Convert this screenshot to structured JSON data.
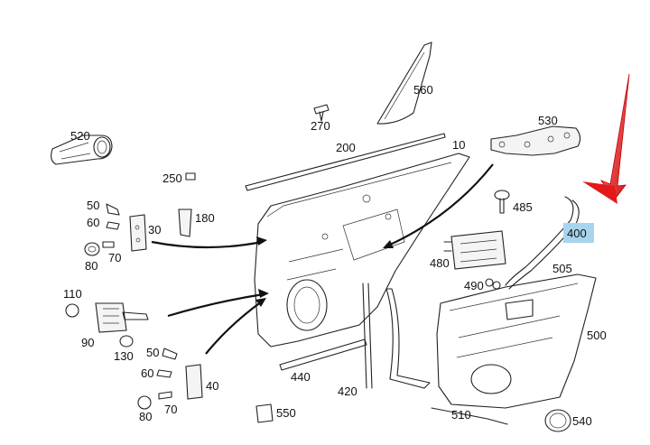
{
  "diagram": {
    "highlight_color": "#a8d4ee",
    "pointer_color": "#e02020",
    "labels": [
      {
        "id": "p560",
        "text": "560"
      },
      {
        "id": "p270",
        "text": "270"
      },
      {
        "id": "p520",
        "text": "520"
      },
      {
        "id": "p200",
        "text": "200"
      },
      {
        "id": "p10",
        "text": "10"
      },
      {
        "id": "p530",
        "text": "530"
      },
      {
        "id": "p250",
        "text": "250"
      },
      {
        "id": "p485",
        "text": "485"
      },
      {
        "id": "p400",
        "text": "400"
      },
      {
        "id": "p50a",
        "text": "50"
      },
      {
        "id": "p60a",
        "text": "60"
      },
      {
        "id": "p30",
        "text": "30"
      },
      {
        "id": "p180",
        "text": "180"
      },
      {
        "id": "p70a",
        "text": "70"
      },
      {
        "id": "p80a",
        "text": "80"
      },
      {
        "id": "p480",
        "text": "480"
      },
      {
        "id": "p505",
        "text": "505"
      },
      {
        "id": "p490",
        "text": "490"
      },
      {
        "id": "p110",
        "text": "110"
      },
      {
        "id": "p500",
        "text": "500"
      },
      {
        "id": "p90",
        "text": "90"
      },
      {
        "id": "p130",
        "text": "130"
      },
      {
        "id": "p50b",
        "text": "50"
      },
      {
        "id": "p60b",
        "text": "60"
      },
      {
        "id": "p40",
        "text": "40"
      },
      {
        "id": "p440",
        "text": "440"
      },
      {
        "id": "p420",
        "text": "420"
      },
      {
        "id": "p70b",
        "text": "70"
      },
      {
        "id": "p80b",
        "text": "80"
      },
      {
        "id": "p510",
        "text": "510"
      },
      {
        "id": "p540",
        "text": "540"
      },
      {
        "id": "p550",
        "text": "550"
      }
    ]
  }
}
